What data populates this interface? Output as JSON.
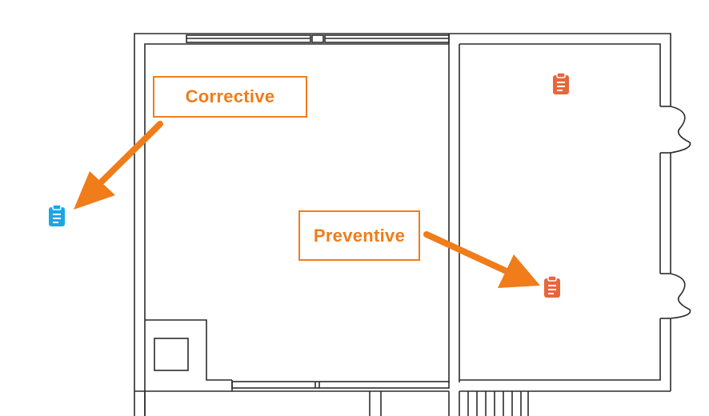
{
  "annotations": {
    "corrective_label": "Corrective",
    "preventive_label": "Preventive"
  },
  "markers": [
    {
      "name": "work-order-marker-corrective",
      "icon": "clipboard-icon",
      "color": "#1aa6e8"
    },
    {
      "name": "work-order-marker-preventive-room",
      "icon": "clipboard-icon",
      "color": "#e8663a"
    },
    {
      "name": "work-order-marker-preventive",
      "icon": "clipboard-icon",
      "color": "#e8663a"
    }
  ],
  "colors": {
    "callout": "#f07c1a",
    "arrow": "#f07c1a",
    "walls": "#2b2b2b",
    "corrective_marker": "#1aa6e8",
    "preventive_marker": "#e8663a"
  }
}
